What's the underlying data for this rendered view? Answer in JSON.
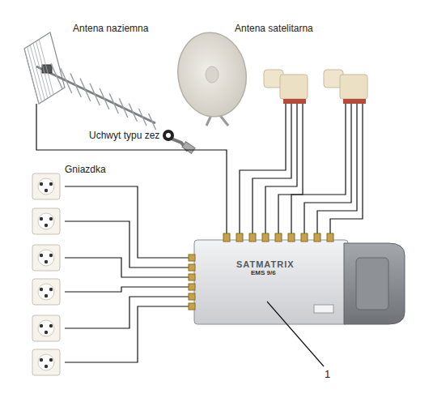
{
  "diagram": {
    "nodes": [
      {
        "text": [
          "SATMATRIX",
          "EMS 9/6"
        ]
      }
    ],
    "labels": [
      "Antena naziemna",
      "Antena satelitarna",
      "Uchwyt typu zez",
      "Gniazdka",
      "1"
    ]
  }
}
